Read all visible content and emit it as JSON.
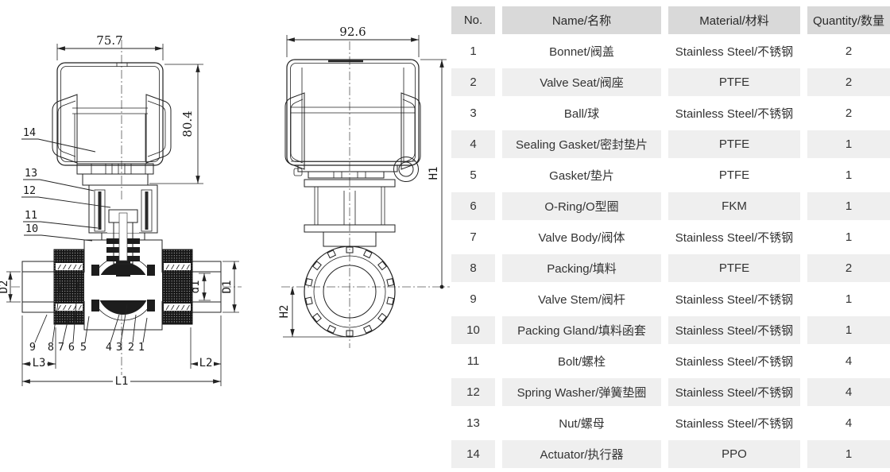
{
  "table": {
    "headers": [
      "No.",
      "Name/名称",
      "Material/材料",
      "Quantity/数量"
    ],
    "rows": [
      {
        "no": "1",
        "name": "Bonnet/阀盖",
        "material": "Stainless Steel/不锈钢",
        "qty": "2"
      },
      {
        "no": "2",
        "name": "Valve Seat/阀座",
        "material": "PTFE",
        "qty": "2"
      },
      {
        "no": "3",
        "name": "Ball/球",
        "material": "Stainless Steel/不锈钢",
        "qty": "2"
      },
      {
        "no": "4",
        "name": "Sealing Gasket/密封垫片",
        "material": "PTFE",
        "qty": "1"
      },
      {
        "no": "5",
        "name": "Gasket/垫片",
        "material": "PTFE",
        "qty": "1"
      },
      {
        "no": "6",
        "name": "O-Ring/O型圈",
        "material": "FKM",
        "qty": "1"
      },
      {
        "no": "7",
        "name": "Valve Body/阀体",
        "material": "Stainless Steel/不锈钢",
        "qty": "1"
      },
      {
        "no": "8",
        "name": "Packing/填料",
        "material": "PTFE",
        "qty": "2"
      },
      {
        "no": "9",
        "name": "Valve Stem/阀杆",
        "material": "Stainless Steel/不锈钢",
        "qty": "1"
      },
      {
        "no": "10",
        "name": "Packing Gland/填料函套",
        "material": "Stainless Steel/不锈钢",
        "qty": "1"
      },
      {
        "no": "11",
        "name": "Bolt/螺栓",
        "material": "Stainless Steel/不锈钢",
        "qty": "4"
      },
      {
        "no": "12",
        "name": "Spring Washer/弹簧垫圈",
        "material": "Stainless Steel/不锈钢",
        "qty": "4"
      },
      {
        "no": "13",
        "name": "Nut/螺母",
        "material": "Stainless Steel/不锈钢",
        "qty": "4"
      },
      {
        "no": "14",
        "name": "Actuator/执行器",
        "material": "PPO",
        "qty": "1"
      }
    ]
  },
  "front_view": {
    "width_dim": "75.7",
    "height_dim": "80.4",
    "bore_left": "D2",
    "bore_right": "d1",
    "outer_diameter": "D1",
    "length_total": "L1",
    "length_right": "L2",
    "length_left": "L3",
    "callouts_left": [
      "14",
      "13",
      "12",
      "11",
      "10"
    ],
    "callouts_bottom": [
      "9",
      "8",
      "7",
      "6",
      "5",
      "4",
      "3",
      "2",
      "1"
    ]
  },
  "side_view": {
    "width_dim": "92.6",
    "height_total": "H1",
    "height_below_center": "H2"
  },
  "colors": {
    "line": "#222222",
    "table_header_bg": "#d9d9d9",
    "table_alt_row_bg": "#efefef",
    "table_text": "#333333"
  }
}
